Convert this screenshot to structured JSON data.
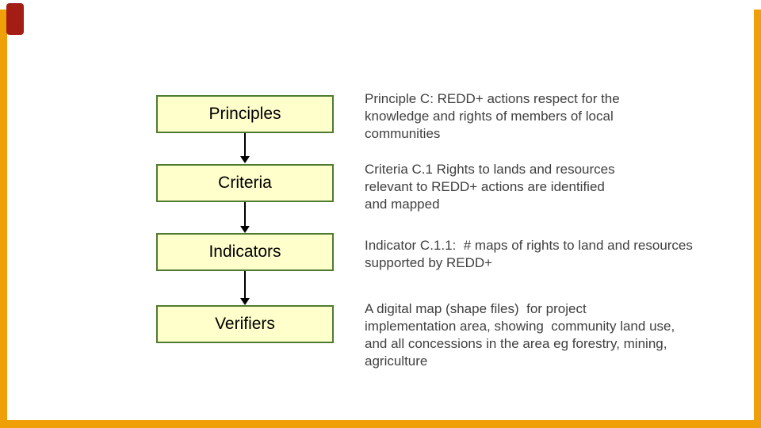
{
  "slide": {
    "flow": {
      "boxes": [
        {
          "label": "Principles"
        },
        {
          "label": "Criteria"
        },
        {
          "label": "Indicators"
        },
        {
          "label": "Verifiers"
        }
      ]
    },
    "descriptions": [
      {
        "text": "Principle C: REDD+ actions respect for the\nknowledge and rights of members of local\ncommunities"
      },
      {
        "text": "Criteria C.1 Rights to lands and resources\nrelevant to REDD+ actions are identified\nand mapped"
      },
      {
        "text": "Indicator C.1.1:  # maps of rights to land and resources\nsupported by REDD+"
      },
      {
        "text": "A digital map (shape files)  for project\nimplementation area, showing  community land use,\nand all concessions in the area eg forestry, mining,\nagriculture"
      }
    ],
    "colors": {
      "box_fill": "#FFFFCC",
      "box_border": "#4F7B31",
      "frame_orange": "#EFA008",
      "corner_red": "#A31D15",
      "text": "#3F3F3F"
    }
  }
}
